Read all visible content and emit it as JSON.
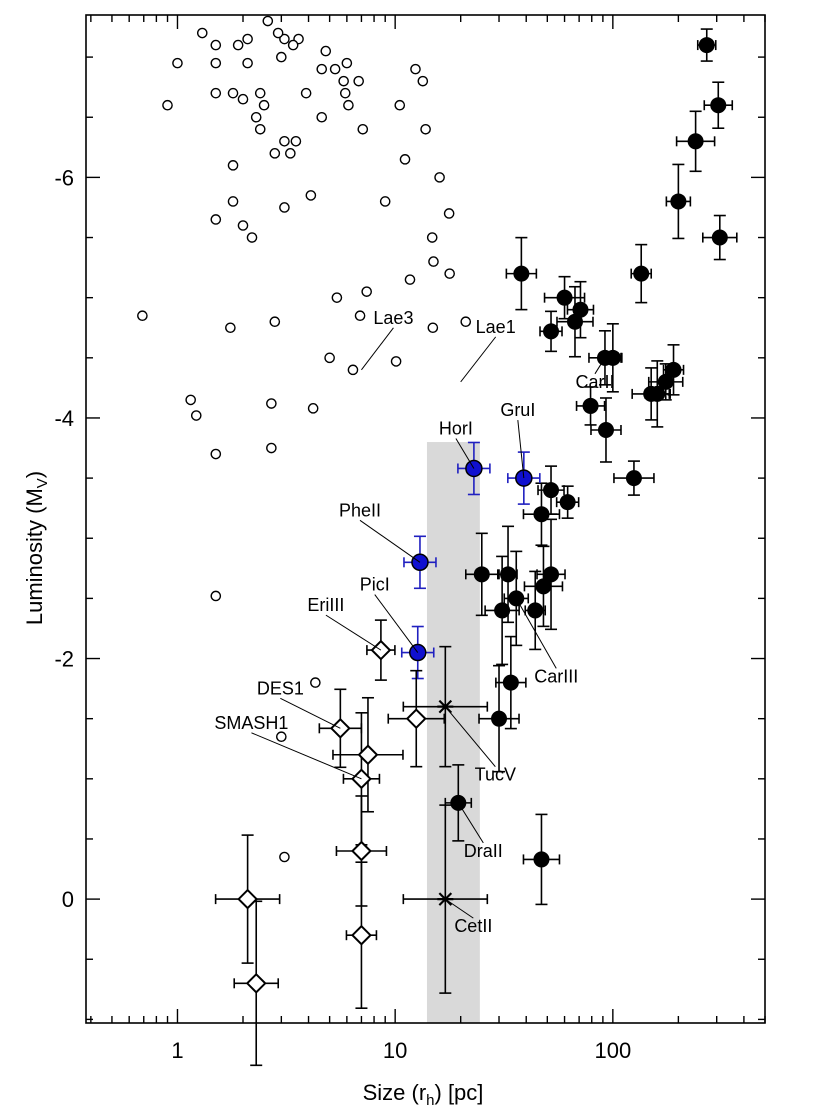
{
  "chart_data": {
    "type": "scatter",
    "title": "",
    "xlabel": "Size (r",
    "xlabel_sub": "h",
    "xlabel_suffix": ") [pc]",
    "ylabel": "Luminosity (M",
    "ylabel_sub": "V",
    "ylabel_suffix": ")",
    "x_scale": "log",
    "xlim": [
      0.38,
      500
    ],
    "ylim": [
      1.03,
      -7.35
    ],
    "x_ticks": [
      1,
      10,
      100
    ],
    "x_tick_labels": [
      "1",
      "10",
      "100"
    ],
    "y_ticks": [
      -6,
      -4,
      -2,
      0
    ],
    "y_tick_labels": [
      "-6",
      "-4",
      "-2",
      "0"
    ],
    "grid": false,
    "colors": {
      "dwarf_fill": "#000000",
      "blue_fill": "#1010d0",
      "blue_errorbar": "#2020c0",
      "band_fill": "#d9d9d9",
      "axis": "#000000"
    },
    "highlight_band": {
      "x_range": [
        14,
        24.5
      ],
      "y_range": [
        1.03,
        -3.8
      ]
    },
    "series": [
      {
        "marker": "open-circle",
        "points": [
          [
            1.3,
            -7.2
          ],
          [
            1.5,
            -7.1
          ],
          [
            1.9,
            -7.1
          ],
          [
            2.1,
            -7.15
          ],
          [
            2.6,
            -7.3
          ],
          [
            3.1,
            -7.15
          ],
          [
            3.6,
            -7.15
          ],
          [
            2.9,
            -7.2
          ],
          [
            1.0,
            -6.95
          ],
          [
            1.5,
            -6.95
          ],
          [
            2.1,
            -6.95
          ],
          [
            3.0,
            -7.0
          ],
          [
            3.4,
            -7.1
          ],
          [
            4.6,
            -6.9
          ],
          [
            4.8,
            -7.05
          ],
          [
            5.3,
            -6.9
          ],
          [
            6.0,
            -6.95
          ],
          [
            6.8,
            -6.8
          ],
          [
            0.9,
            -6.6
          ],
          [
            1.5,
            -6.7
          ],
          [
            1.8,
            -6.7
          ],
          [
            2.0,
            -6.65
          ],
          [
            2.3,
            -6.5
          ],
          [
            2.4,
            -6.7
          ],
          [
            2.5,
            -6.6
          ],
          [
            3.1,
            -6.3
          ],
          [
            3.5,
            -6.3
          ],
          [
            3.9,
            -6.7
          ],
          [
            4.6,
            -6.5
          ],
          [
            5.8,
            -6.8
          ],
          [
            6.1,
            -6.6
          ],
          [
            7.1,
            -6.4
          ],
          [
            5.9,
            -6.7
          ],
          [
            2.4,
            -6.4
          ],
          [
            2.8,
            -6.2
          ],
          [
            3.3,
            -6.2
          ],
          [
            1.8,
            -6.1
          ],
          [
            10.5,
            -6.6
          ],
          [
            11.1,
            -6.15
          ],
          [
            12.4,
            -6.9
          ],
          [
            13.4,
            -6.8
          ],
          [
            13.8,
            -6.4
          ],
          [
            16.0,
            -6.0
          ],
          [
            4.1,
            -5.85
          ],
          [
            9.0,
            -5.8
          ],
          [
            17.7,
            -5.7
          ],
          [
            1.8,
            -5.8
          ],
          [
            1.5,
            -5.65
          ],
          [
            2.0,
            -5.6
          ],
          [
            2.2,
            -5.5
          ],
          [
            3.1,
            -5.75
          ],
          [
            14.8,
            -5.5
          ],
          [
            15.0,
            -5.3
          ],
          [
            11.7,
            -5.15
          ],
          [
            17.8,
            -5.2
          ],
          [
            5.4,
            -5.0
          ],
          [
            7.4,
            -5.05
          ],
          [
            6.9,
            -4.85
          ],
          [
            0.69,
            -4.85
          ],
          [
            1.75,
            -4.75
          ],
          [
            2.8,
            -4.8
          ],
          [
            14.9,
            -4.75
          ],
          [
            21.1,
            -4.8
          ],
          [
            5.0,
            -4.5
          ],
          [
            10.1,
            -4.47
          ],
          [
            6.4,
            -4.4
          ],
          [
            1.15,
            -4.15
          ],
          [
            1.22,
            -4.02
          ],
          [
            2.7,
            -4.12
          ],
          [
            4.2,
            -4.08
          ],
          [
            1.5,
            -3.7
          ],
          [
            2.7,
            -3.75
          ],
          [
            1.5,
            -2.52
          ],
          [
            4.3,
            -1.8
          ],
          [
            3.0,
            -1.35
          ],
          [
            3.1,
            -0.35
          ]
        ]
      },
      {
        "marker": "filled-circle",
        "points": [
          [
            270,
            -7.1
          ],
          [
            305,
            -6.6
          ],
          [
            240,
            -6.3
          ],
          [
            200,
            -5.8
          ],
          [
            310,
            -5.5
          ],
          [
            135,
            -5.2
          ],
          [
            38,
            -5.2
          ],
          [
            60,
            -5.0
          ],
          [
            71,
            -4.9
          ],
          [
            67,
            -4.8
          ],
          [
            52,
            -4.72
          ],
          [
            92,
            -4.5
          ],
          [
            100,
            -4.5
          ],
          [
            79,
            -4.1
          ],
          [
            150,
            -4.2
          ],
          [
            160,
            -4.2
          ],
          [
            175,
            -4.3
          ],
          [
            190,
            -4.4
          ],
          [
            93,
            -3.9
          ],
          [
            125,
            -3.5
          ],
          [
            52,
            -3.4
          ],
          [
            47,
            -3.2
          ],
          [
            62,
            -3.3
          ],
          [
            25,
            -2.7
          ],
          [
            33,
            -2.7
          ],
          [
            52,
            -2.7
          ],
          [
            48,
            -2.6
          ],
          [
            36,
            -2.5
          ],
          [
            31,
            -2.4
          ],
          [
            44,
            -2.4
          ],
          [
            34,
            -1.8
          ],
          [
            30,
            -1.5
          ],
          [
            19.5,
            -0.8
          ],
          [
            47,
            -0.33
          ]
        ]
      },
      {
        "marker": "blue-circle",
        "points": [
          [
            23,
            -3.58
          ],
          [
            39,
            -3.5
          ],
          [
            13,
            -2.8
          ],
          [
            12.7,
            -2.05
          ]
        ]
      },
      {
        "marker": "open-diamond",
        "points": [
          [
            8.6,
            -2.07
          ],
          [
            5.6,
            -1.42
          ],
          [
            12.5,
            -1.5
          ],
          [
            7.5,
            -1.2
          ],
          [
            7.0,
            -1.0
          ],
          [
            7.0,
            -0.4
          ],
          [
            2.1,
            0.0
          ],
          [
            7.0,
            0.3
          ],
          [
            2.3,
            0.7
          ]
        ]
      },
      {
        "marker": "asterisk",
        "points": [
          [
            17,
            -1.6
          ],
          [
            17,
            0.0
          ]
        ]
      }
    ],
    "annotations": [
      {
        "label": "Lae3",
        "point": [
          7.0,
          -4.4
        ]
      },
      {
        "label": "Lae1",
        "point": [
          20,
          -4.3
        ]
      },
      {
        "label": "CarII",
        "point": [
          92,
          -4.5
        ]
      },
      {
        "label": "HorI",
        "point": [
          23,
          -3.58
        ]
      },
      {
        "label": "GruI",
        "point": [
          39,
          -3.5
        ]
      },
      {
        "label": "PheII",
        "point": [
          13,
          -2.8
        ]
      },
      {
        "label": "PicI",
        "point": [
          12.7,
          -2.05
        ]
      },
      {
        "label": "EriIII",
        "point": [
          8.6,
          -2.07
        ]
      },
      {
        "label": "CarIII",
        "point": [
          36,
          -2.5
        ]
      },
      {
        "label": "DES1",
        "point": [
          5.6,
          -1.42
        ]
      },
      {
        "label": "TucV",
        "point": [
          17,
          -1.6
        ]
      },
      {
        "label": "SMASH1",
        "point": [
          7.0,
          -1.0
        ]
      },
      {
        "label": "DraII",
        "point": [
          19.5,
          -0.8
        ]
      },
      {
        "label": "CetII",
        "point": [
          17,
          0.0
        ]
      }
    ]
  }
}
